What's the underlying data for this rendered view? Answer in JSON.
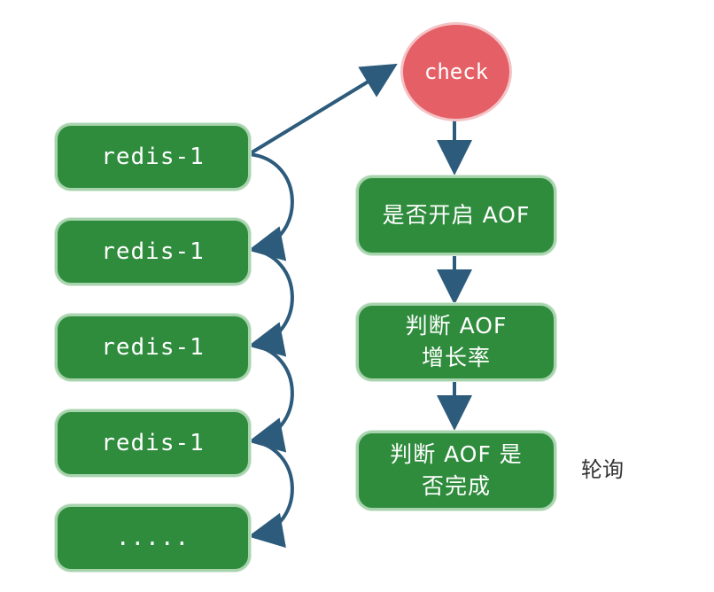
{
  "check_node": {
    "label": "check"
  },
  "redis_nodes": [
    {
      "label": "redis-1"
    },
    {
      "label": "redis-1"
    },
    {
      "label": "redis-1"
    },
    {
      "label": "redis-1"
    },
    {
      "label": "....."
    }
  ],
  "flow_steps": [
    {
      "lines": [
        "是否开启 AOF"
      ]
    },
    {
      "lines": [
        "判断 AOF",
        "增长率"
      ]
    },
    {
      "lines": [
        "判断 AOF 是",
        "否完成"
      ]
    }
  ],
  "side_label": "轮询",
  "colors": {
    "box_fill": "#2f8c3d",
    "check_fill": "#e55f66",
    "arrow": "#2d5b7c"
  }
}
